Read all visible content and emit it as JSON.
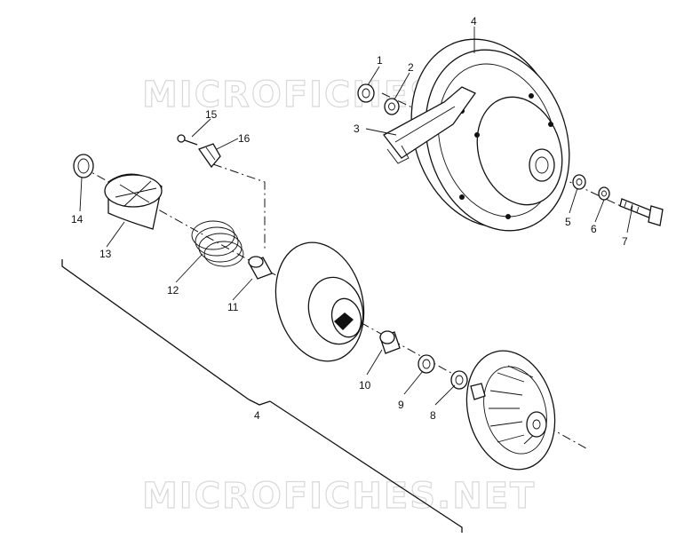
{
  "watermark": {
    "text": "MICROFICHES.NET"
  },
  "callouts": [
    {
      "id": "1",
      "text": "1"
    },
    {
      "id": "2",
      "text": "2"
    },
    {
      "id": "3",
      "text": "3"
    },
    {
      "id": "4a",
      "text": "4"
    },
    {
      "id": "5",
      "text": "5"
    },
    {
      "id": "6",
      "text": "6"
    },
    {
      "id": "7",
      "text": "7"
    },
    {
      "id": "8",
      "text": "8"
    },
    {
      "id": "9",
      "text": "9"
    },
    {
      "id": "10",
      "text": "10"
    },
    {
      "id": "11",
      "text": "11"
    },
    {
      "id": "12",
      "text": "12"
    },
    {
      "id": "13",
      "text": "13"
    },
    {
      "id": "14",
      "text": "14"
    },
    {
      "id": "15",
      "text": "15"
    },
    {
      "id": "16",
      "text": "16"
    },
    {
      "id": "4b",
      "text": "4"
    }
  ]
}
